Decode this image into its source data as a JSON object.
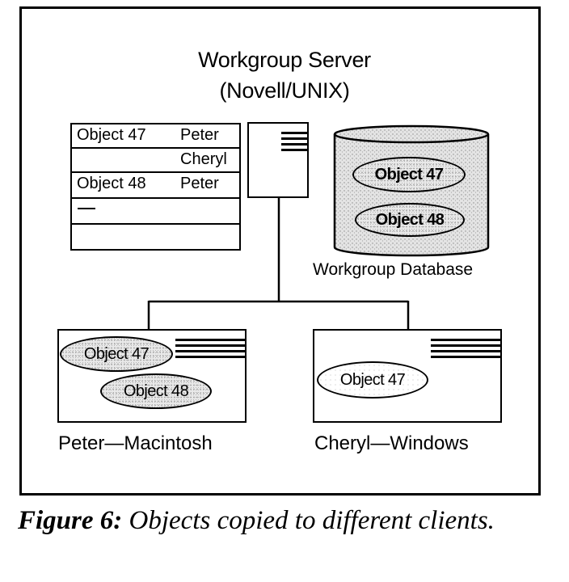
{
  "diagram": {
    "server": {
      "title_line1": "Workgroup Server",
      "title_line2": "(Novell/UNIX)"
    },
    "ledger": {
      "rows": [
        {
          "object": "Object 47",
          "user": "Peter"
        },
        {
          "object": "",
          "user": "Cheryl"
        },
        {
          "object": "Object 48",
          "user": "Peter"
        },
        {
          "object": "—",
          "user": ""
        },
        {
          "object": "",
          "user": ""
        }
      ]
    },
    "database": {
      "label": "Workgroup Database",
      "objects": [
        "Object 47",
        "Object 48"
      ]
    },
    "clients": [
      {
        "label": "Peter—Macintosh",
        "objects": [
          "Object 47",
          "Object 48"
        ]
      },
      {
        "label": "Cheryl—Windows",
        "objects": [
          "Object 47"
        ]
      }
    ]
  },
  "caption": {
    "figure_label": "Figure 6:",
    "text": "Objects copied to different clients."
  }
}
